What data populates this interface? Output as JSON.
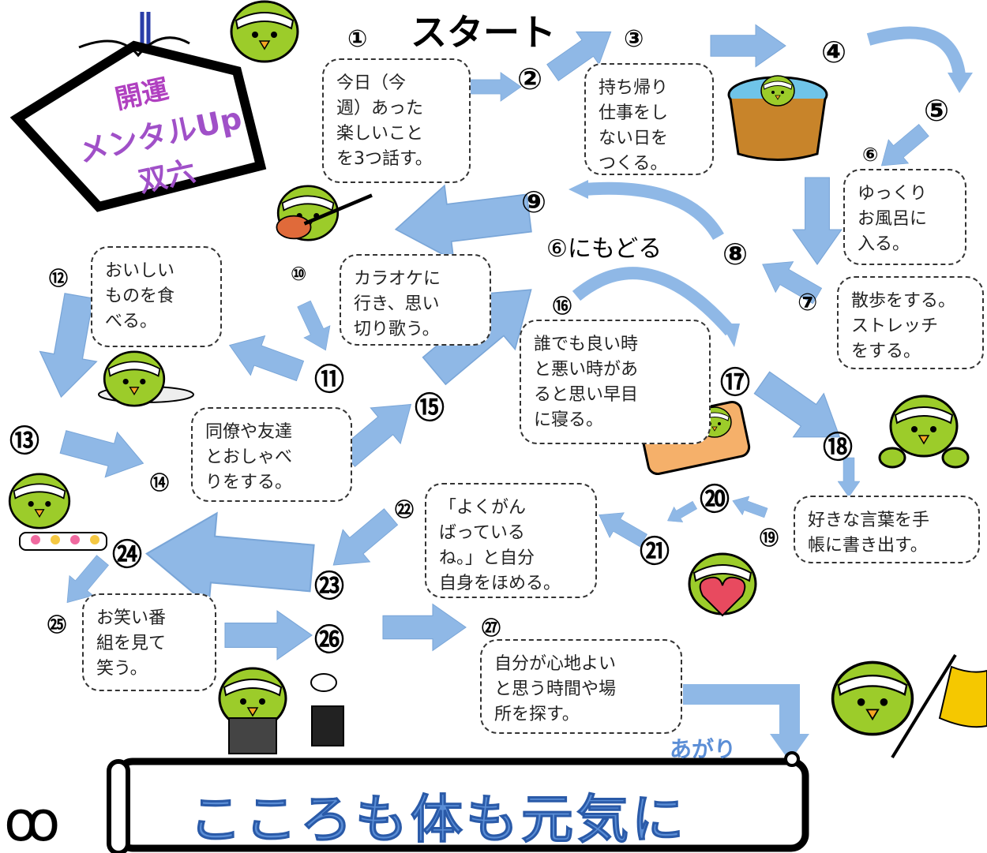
{
  "header": {
    "start": "スタート",
    "sign_line1": "開運",
    "sign_line2": "メンタルUp",
    "sign_line3": "双六"
  },
  "steps": {
    "s1": "今日（今\n週）あった\n楽しいこと\nを3つ話す。",
    "s3": "持ち帰り\n仕事をし\nない日を\nつくる。",
    "s6": "ゆっくり\nお風呂に\n入る。",
    "s7": "散歩をする。\nストレッチ\nをする。",
    "s10": "カラオケに\n行き、思い\n切り歌う。",
    "s12": "おいしい\nものを食\nべる。",
    "s14": "同僚や友達\nとおしゃべ\nりをする。",
    "s16": "誰でも良い時\nと悪い時があ\nると思い早目\nに寝る。",
    "s19": "好きな言葉を手\n帳に書き出す。",
    "s22": "「よくがん\nばっている\nね。」と自分\n自身をほめる。",
    "s25": "お笑い番\n組を見て\n笑う。",
    "s27": "自分が心地よい\nと思う時間や場\n所を探す。"
  },
  "numbers": {
    "n1": "①",
    "n2": "②",
    "n3": "③",
    "n4": "④",
    "n5": "⑤",
    "n6": "⑥",
    "n7": "⑦",
    "n8": "⑧",
    "n9": "⑨",
    "n10": "⑩",
    "n11": "⑪",
    "n12": "⑫",
    "n13": "⑬",
    "n14": "⑭",
    "n15": "⑮",
    "n16": "⑯",
    "n17": "⑰",
    "n18": "⑱",
    "n19": "⑲",
    "n20": "⑳",
    "n21": "㉑",
    "n22": "㉒",
    "n23": "㉓",
    "n24": "㉔",
    "n25": "㉕",
    "n26": "㉖",
    "n27": "㉗"
  },
  "back_to_6": "⑥にもどる",
  "goal": "あがり",
  "banner": "こころも体も元気に",
  "colors": {
    "arrow": "#8fb8e6",
    "mascot": "#9ccc2a",
    "banner_text": "#5b8ed6",
    "sign_text": "#a050c8"
  }
}
